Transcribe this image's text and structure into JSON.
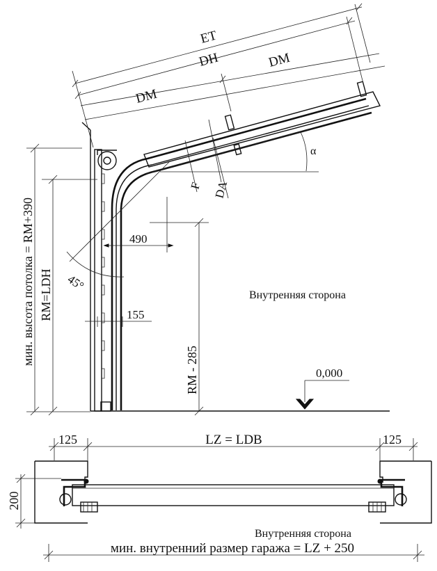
{
  "diagram": {
    "dimensions": {
      "et": "ET",
      "dh": "DH",
      "dm_upper": "DM",
      "dm_lower": "DM",
      "alpha": "α",
      "f": "F",
      "da": "DA",
      "d490": "490",
      "angle45": "45°",
      "d155": "155",
      "rm_285": "RM - 285",
      "rm_ldh": "RM=LDH",
      "min_ceiling": "мин. высота потолка = RM+390",
      "level": "0,000"
    },
    "section_labels": {
      "inside_side": "Внутренняя сторона"
    },
    "plan": {
      "lz_ldb": "LZ = LDB",
      "d125_left": "125",
      "d125_right": "125",
      "d200": "200",
      "inside_side": "Внутренняя сторона",
      "min_garage": "мин. внутренний размер гаража = LZ + 250"
    }
  }
}
